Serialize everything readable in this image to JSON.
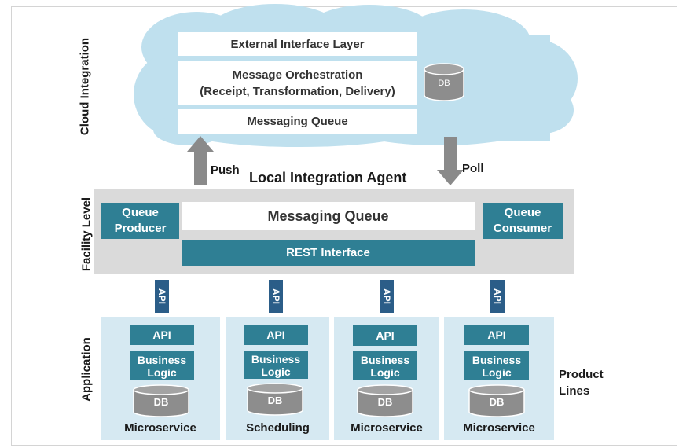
{
  "side_labels": {
    "cloud": "Cloud Integration",
    "facility": "Facility Level",
    "application": "Application"
  },
  "cloud": {
    "external_interface": "External Interface Layer",
    "orchestration_line1": "Message Orchestration",
    "orchestration_line2": "(Receipt, Transformation, Delivery)",
    "messaging_queue": "Messaging Queue",
    "db": "DB"
  },
  "arrows": {
    "push": "Push",
    "poll": "Poll"
  },
  "agent_title": "Local Integration Agent",
  "facility": {
    "queue_producer_line1": "Queue",
    "queue_producer_line2": "Producer",
    "messaging_queue": "Messaging Queue",
    "queue_consumer_line1": "Queue",
    "queue_consumer_line2": "Consumer",
    "rest_interface": "REST Interface"
  },
  "api_connectors": [
    "API",
    "API",
    "API",
    "API"
  ],
  "panels": [
    {
      "api": "API",
      "logic_line1": "Business",
      "logic_line2": "Logic",
      "db": "DB",
      "caption": "Microservice"
    },
    {
      "api": "API",
      "logic_line1": "Business",
      "logic_line2": "Logic",
      "db": "DB",
      "caption": "Scheduling"
    },
    {
      "api": "API",
      "logic_line1": "Business",
      "logic_line2": "Logic",
      "db": "DB",
      "caption": "Microservice"
    },
    {
      "api": "API",
      "logic_line1": "Business",
      "logic_line2": "Logic",
      "db": "DB",
      "caption": "Microservice"
    }
  ],
  "product_lines_line1": "Product",
  "product_lines_line2": "Lines",
  "colors": {
    "cloud": "#bfe0ee",
    "facility_band": "#dadada",
    "teal": "#2f7f94",
    "api_connector": "#2b5d88",
    "panel": "#d6e9f2",
    "arrow": "#8a8a8a"
  }
}
